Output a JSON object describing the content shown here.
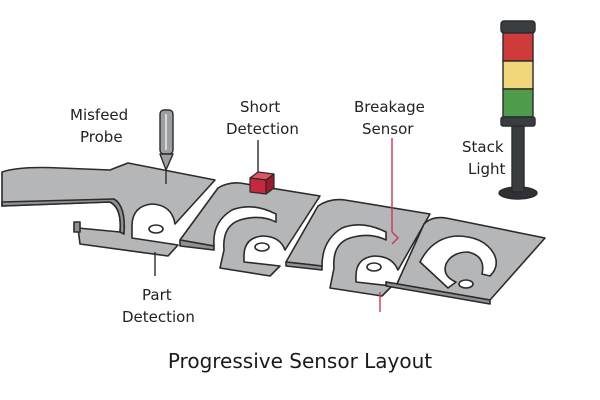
{
  "title": "Progressive Sensor Layout",
  "labels": {
    "misfeed_probe": [
      "Misfeed",
      "Probe"
    ],
    "short_detection": [
      "Short",
      "Detection"
    ],
    "breakage_sensor": [
      "Breakage",
      "Sensor"
    ],
    "stack_light": [
      "Stack",
      "Light"
    ],
    "part_detection": [
      "Part",
      "Detection"
    ]
  },
  "colors": {
    "strip": "#b5b6b8",
    "outline": "#2b2b2b",
    "breakage": "#c8384f",
    "short_sensor": "#c8283e",
    "stack_red": "#cf3b3b",
    "stack_yellow": "#f2d77a",
    "stack_green": "#4e9b4a",
    "stack_body": "#3a3d40"
  }
}
